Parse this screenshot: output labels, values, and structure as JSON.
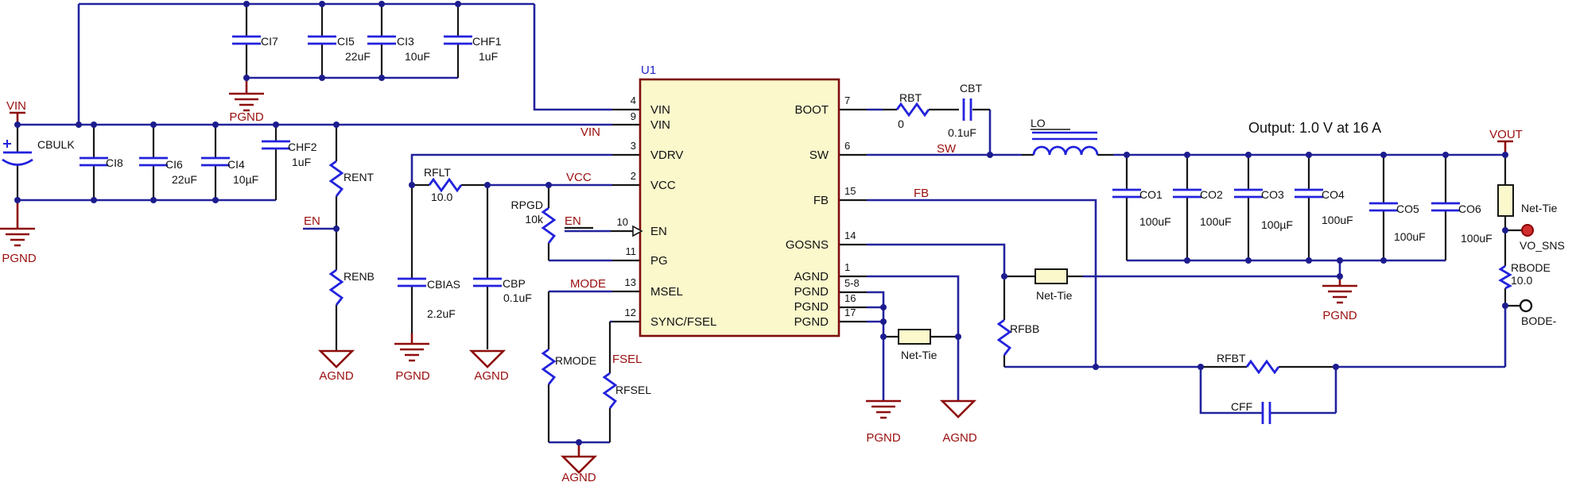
{
  "annotation": {
    "output": "Output: 1.0 V at 16 A"
  },
  "colors": {
    "wire": "#23239e",
    "symbol_blue": "#2222dd",
    "dark_red": "#9a0e0e",
    "ic_fill": "#FBF8CC",
    "ic_border": "#7e0d0d"
  },
  "ic": {
    "refdes": "U1",
    "left_pins": [
      {
        "num": "4",
        "name": "VIN"
      },
      {
        "num": "9",
        "name": "VIN"
      },
      {
        "num": "3",
        "name": "VDRV"
      },
      {
        "num": "2",
        "name": "VCC"
      },
      {
        "num": "10",
        "name": "EN"
      },
      {
        "num": "11",
        "name": "PG"
      },
      {
        "num": "13",
        "name": "MSEL"
      },
      {
        "num": "12",
        "name": "SYNC/FSEL"
      }
    ],
    "right_pins": [
      {
        "num": "7",
        "name": "BOOT"
      },
      {
        "num": "6",
        "name": "SW"
      },
      {
        "num": "15",
        "name": "FB"
      },
      {
        "num": "14",
        "name": "GOSNS"
      },
      {
        "num": "1",
        "name": "AGND"
      },
      {
        "num": "5-8",
        "name": "PGND"
      },
      {
        "num": "16",
        "name": "PGND"
      },
      {
        "num": "17",
        "name": "PGND"
      }
    ]
  },
  "components": {
    "ci7": {
      "ref": "CI7"
    },
    "ci5": {
      "ref": "CI5",
      "val": "22uF"
    },
    "ci3": {
      "ref": "CI3",
      "val": "10uF"
    },
    "chf1": {
      "ref": "CHF1",
      "val": "1uF"
    },
    "cbulk": {
      "ref": "CBULK"
    },
    "ci8": {
      "ref": "CI8"
    },
    "ci6": {
      "ref": "CI6",
      "val": "22uF"
    },
    "ci4": {
      "ref": "CI4",
      "val": "10µF"
    },
    "chf2": {
      "ref": "CHF2",
      "val": "1uF"
    },
    "rent": {
      "ref": "RENT"
    },
    "renb": {
      "ref": "RENB"
    },
    "rflt": {
      "ref": "RFLT",
      "val": "10.0"
    },
    "rpgd": {
      "ref": "RPGD",
      "val": "10k"
    },
    "cbias": {
      "ref": "CBIAS",
      "val": "2.2uF"
    },
    "cbp": {
      "ref": "CBP",
      "val": "0.1uF"
    },
    "rmode": {
      "ref": "RMODE"
    },
    "rfsel": {
      "ref": "RFSEL"
    },
    "rbt": {
      "ref": "RBT",
      "val": "0"
    },
    "cbt": {
      "ref": "CBT",
      "val": "0.1uF"
    },
    "lo": {
      "ref": "LO"
    },
    "co1": {
      "ref": "CO1",
      "val": "100uF"
    },
    "co2": {
      "ref": "CO2",
      "val": "100uF"
    },
    "co3": {
      "ref": "CO3",
      "val": "100µF"
    },
    "co4": {
      "ref": "CO4",
      "val": "100uF"
    },
    "co5": {
      "ref": "CO5",
      "val": "100uF"
    },
    "co6": {
      "ref": "CO6",
      "val": "100uF"
    },
    "rfbb": {
      "ref": "RFBB"
    },
    "rfbt": {
      "ref": "RFBT"
    },
    "cff": {
      "ref": "CFF"
    },
    "rbode": {
      "ref": "RBODE",
      "val": "10.0"
    },
    "net_tie": {
      "ref": "Net-Tie"
    }
  },
  "nets": {
    "vin": "VIN",
    "vout": "VOUT",
    "en": "EN",
    "vcc": "VCC",
    "mode": "MODE",
    "fsel": "FSEL",
    "sw": "SW",
    "fb": "FB",
    "pgnd": "PGND",
    "agnd": "AGND",
    "vo_sns": "VO_SNS",
    "bode": "BODE-"
  }
}
